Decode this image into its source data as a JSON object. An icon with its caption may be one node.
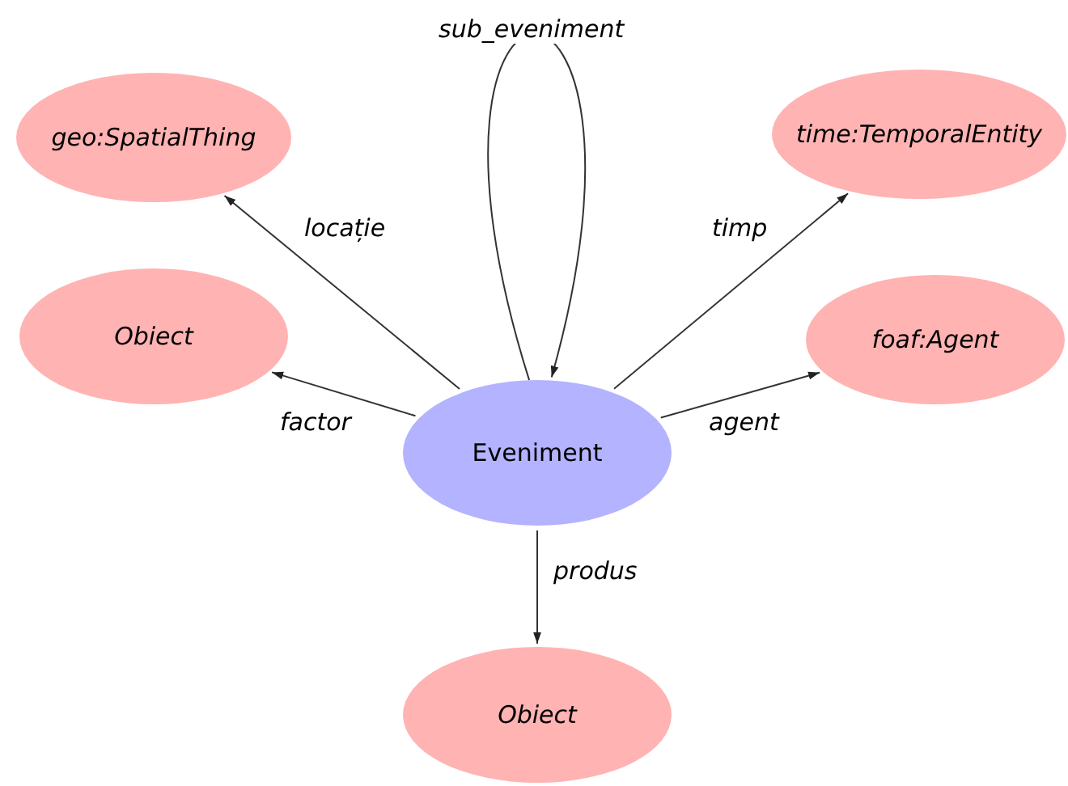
{
  "diagram": {
    "nodes": [
      {
        "text": [
          "Eveniment"
        ]
      },
      {
        "text": [
          "geo:SpatialThing"
        ]
      },
      {
        "text": [
          "time:TemporalEntity"
        ]
      },
      {
        "text": [
          "Obiect"
        ]
      },
      {
        "text": [
          "foaf:Agent"
        ]
      },
      {
        "text": [
          "Obiect"
        ]
      }
    ],
    "edges": [
      {
        "from": 0,
        "to": 0,
        "label": "sub_eveniment",
        "arrow": "to"
      },
      {
        "from": 0,
        "to": 1,
        "label": "locație",
        "arrow": "to"
      },
      {
        "from": 0,
        "to": 2,
        "label": "timp",
        "arrow": "to"
      },
      {
        "from": 0,
        "to": 3,
        "label": "factor",
        "arrow": "to"
      },
      {
        "from": 0,
        "to": 4,
        "label": "agent",
        "arrow": "to"
      },
      {
        "from": 0,
        "to": 5,
        "label": "produs",
        "arrow": "to"
      }
    ]
  }
}
